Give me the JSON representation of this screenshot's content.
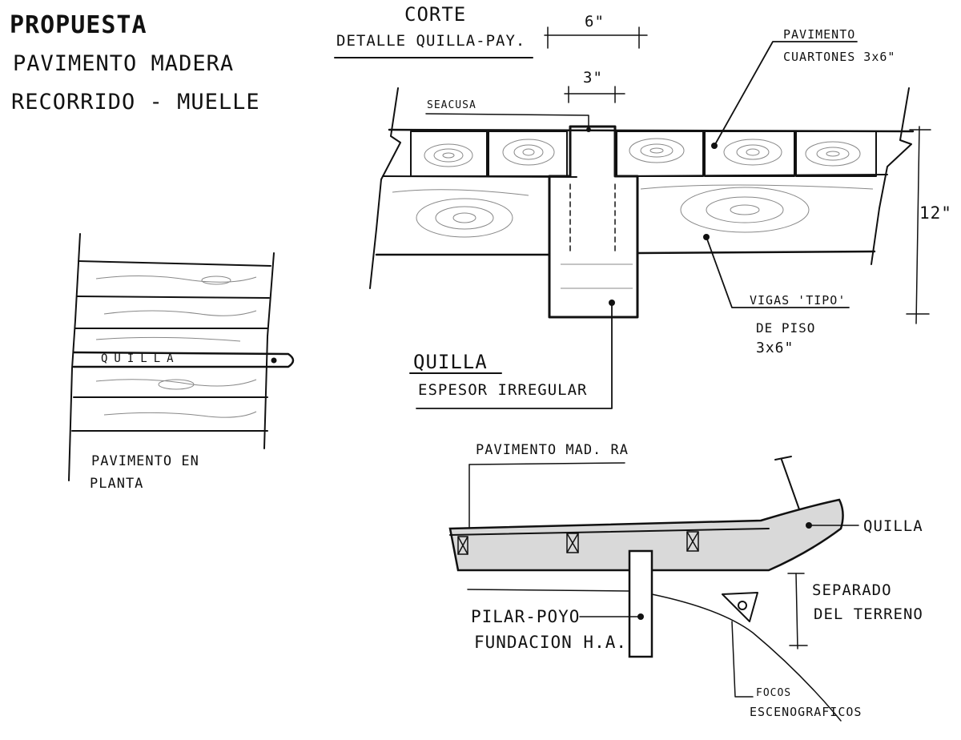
{
  "title": {
    "line1": "PROPUESTA",
    "line2": "PAVIMENTO MADERA",
    "line3": "RECORRIDO - MUELLE"
  },
  "section_detail": {
    "heading1": "CORTE",
    "heading2": "DETALLE QUILLA-PAY.",
    "dim_width": "6\"",
    "dim_gap": "3\"",
    "dim_height": "12\"",
    "label_seacusa": "SEACUSA",
    "label_pavimento": "PAVIMENTO",
    "label_cuartones": "CUARTONES 3x6\"",
    "label_vigas": "VIGAS 'TIPO'",
    "label_de_piso": "DE PISO",
    "label_vigas_size": "3x6\"",
    "label_quilla": "QUILLA",
    "label_espesor": "ESPESOR IRREGULAR"
  },
  "plan_view": {
    "quilla_label": "QUILLA",
    "caption_line1": "PAVIMENTO EN",
    "caption_line2": "PLANTA"
  },
  "elevation": {
    "label_pavimento": "PAVIMENTO MAD. RA",
    "label_quilla": "QUILLA",
    "label_separado1": "SEPARADO",
    "label_separado2": "DEL TERRENO",
    "label_pilar1": "PILAR-POYO",
    "label_pilar2": "FUNDACION H.A.",
    "label_focos1": "FOCOS",
    "label_focos2": "ESCENOGRAFICOS"
  },
  "colors": {
    "ink": "#111111",
    "pencil": "#888888",
    "paper": "#ffffff"
  }
}
